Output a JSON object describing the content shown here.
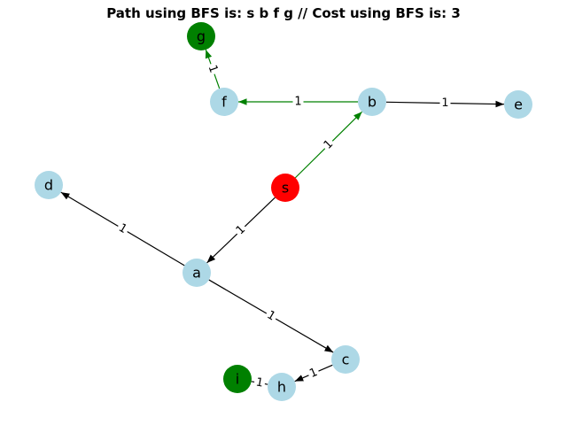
{
  "title": "Path using BFS is: s b f g // Cost using BFS is: 3",
  "colors": {
    "default_node": "#add8e6",
    "start_node": "#ff0000",
    "goal_node": "#008000",
    "path_edge": "#008000",
    "normal_edge": "#000000"
  },
  "nodes": [
    {
      "id": "s",
      "label": "s",
      "role": "start"
    },
    {
      "id": "a",
      "label": "a",
      "role": "default"
    },
    {
      "id": "b",
      "label": "b",
      "role": "default"
    },
    {
      "id": "c",
      "label": "c",
      "role": "default"
    },
    {
      "id": "d",
      "label": "d",
      "role": "default"
    },
    {
      "id": "e",
      "label": "e",
      "role": "default"
    },
    {
      "id": "f",
      "label": "f",
      "role": "default"
    },
    {
      "id": "g",
      "label": "g",
      "role": "goal"
    },
    {
      "id": "h",
      "label": "h",
      "role": "default"
    },
    {
      "id": "i",
      "label": "i",
      "role": "goal"
    }
  ],
  "edges": [
    {
      "from": "s",
      "to": "b",
      "weight": "1",
      "on_path": true
    },
    {
      "from": "b",
      "to": "f",
      "weight": "1",
      "on_path": true
    },
    {
      "from": "f",
      "to": "g",
      "weight": "1",
      "on_path": true
    },
    {
      "from": "b",
      "to": "e",
      "weight": "1",
      "on_path": false
    },
    {
      "from": "s",
      "to": "a",
      "weight": "1",
      "on_path": false
    },
    {
      "from": "a",
      "to": "d",
      "weight": "1",
      "on_path": false
    },
    {
      "from": "a",
      "to": "c",
      "weight": "1",
      "on_path": false
    },
    {
      "from": "c",
      "to": "h",
      "weight": "1",
      "on_path": false
    },
    {
      "from": "h",
      "to": "i",
      "weight": "1",
      "on_path": false,
      "undirected": true
    }
  ]
}
